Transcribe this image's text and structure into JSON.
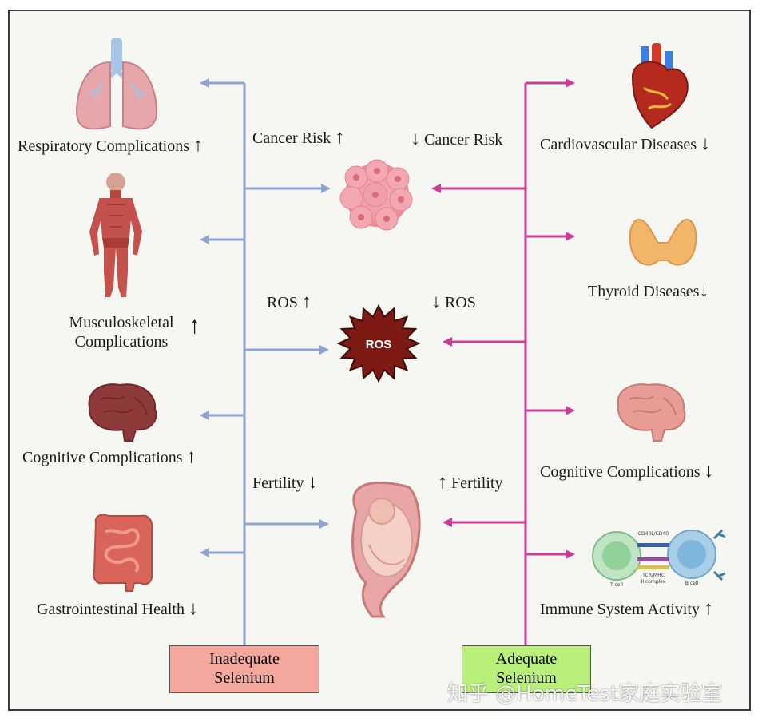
{
  "left": {
    "items": [
      {
        "label": "Respiratory Complications",
        "arrow": "↑"
      },
      {
        "label": "Musculoskeletal",
        "label2": "Complications",
        "arrow": "↑"
      },
      {
        "label": "Cognitive Complications",
        "arrow": "↑"
      },
      {
        "label": "Gastrointestinal Health",
        "arrow": "↓"
      }
    ],
    "box": {
      "line1": "Inadequate",
      "line2": "Selenium",
      "color": "#f4a79d"
    },
    "line_color": "#8fa3cf"
  },
  "right": {
    "items": [
      {
        "label": "Cardiovascular Diseases",
        "arrow": "↓"
      },
      {
        "label": "Thyroid Diseases",
        "arrow": "↓"
      },
      {
        "label": "Cognitive Complications",
        "arrow": "↓"
      },
      {
        "label": "Immune System Activity",
        "arrow": "↑"
      }
    ],
    "box": {
      "line1": "Adequate",
      "line2": "Selenium",
      "color": "#b9f07c"
    },
    "line_color": "#cc3d96"
  },
  "center": {
    "cancer": {
      "left": "Cancer Risk",
      "left_arrow": "↑",
      "right": "Cancer Risk",
      "right_arrow": "↓"
    },
    "ros": {
      "left": "ROS",
      "left_arrow": "↑",
      "right": "ROS",
      "right_arrow": "↓",
      "badge": "ROS"
    },
    "fertility": {
      "left": "Fertility",
      "left_arrow": "↓",
      "right": "Fertility",
      "right_arrow": "↑"
    }
  },
  "immune_graphic": {
    "top": "CD40L/CD40",
    "mid": "TCR/MHC",
    "mid2": "II complex",
    "tcell": "T cell",
    "bcell": "B cell"
  },
  "watermark": "知乎 @HomeTest家庭实验室"
}
